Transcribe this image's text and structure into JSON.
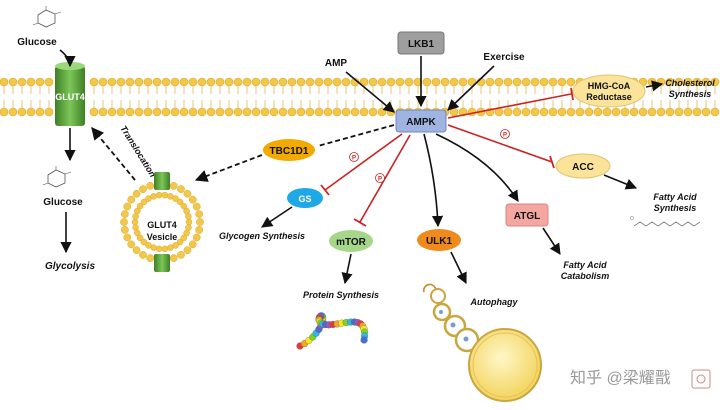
{
  "nodes": {
    "glucose_top": "Glucose",
    "glucose_bottom": "Glucose",
    "glycolysis": "Glycolysis",
    "glut4": "GLUT4",
    "glut4_vesicle_line1": "GLUT4",
    "glut4_vesicle_line2": "Vesicle",
    "translocation": "Translocation",
    "lkb1": "LKB1",
    "amp": "AMP",
    "exercise": "Exercise",
    "ampk": "AMPK",
    "tbc1d1": "TBC1D1",
    "gs": "GS",
    "glycogen_synthesis": "Glycogen Synthesis",
    "mtor": "mTOR",
    "protein_synthesis": "Protein Synthesis",
    "ulk1": "ULK1",
    "autophagy": "Autophagy",
    "atgl": "ATGL",
    "fa_catabolism_line1": "Fatty Acid",
    "fa_catabolism_line2": "Catabolism",
    "acc": "ACC",
    "fa_synthesis_line1": "Fatty Acid",
    "fa_synthesis_line2": "Synthesis",
    "hmgcoa_line1": "HMG-CoA",
    "hmgcoa_line2": "Reductase",
    "cholesterol_line1": "Cholesterol",
    "cholesterol_line2": "Synthesis",
    "phospho": "P"
  },
  "watermark": "知乎 @梁耀戬",
  "colors": {
    "lkb1": "#9e9e9e",
    "ampk": "#9fb4e0",
    "tbc1d1": "#f2a900",
    "gs": "#1ea8e8",
    "mtor": "#a6d68a",
    "ulk1": "#f08a1c",
    "atgl": "#f4a6a0",
    "acc": "#fbe39a",
    "hmgcoa": "#fbe39a",
    "inhibit": "#cc2222",
    "membrane": "#f3c84a",
    "glut4": "#5ba63c"
  }
}
